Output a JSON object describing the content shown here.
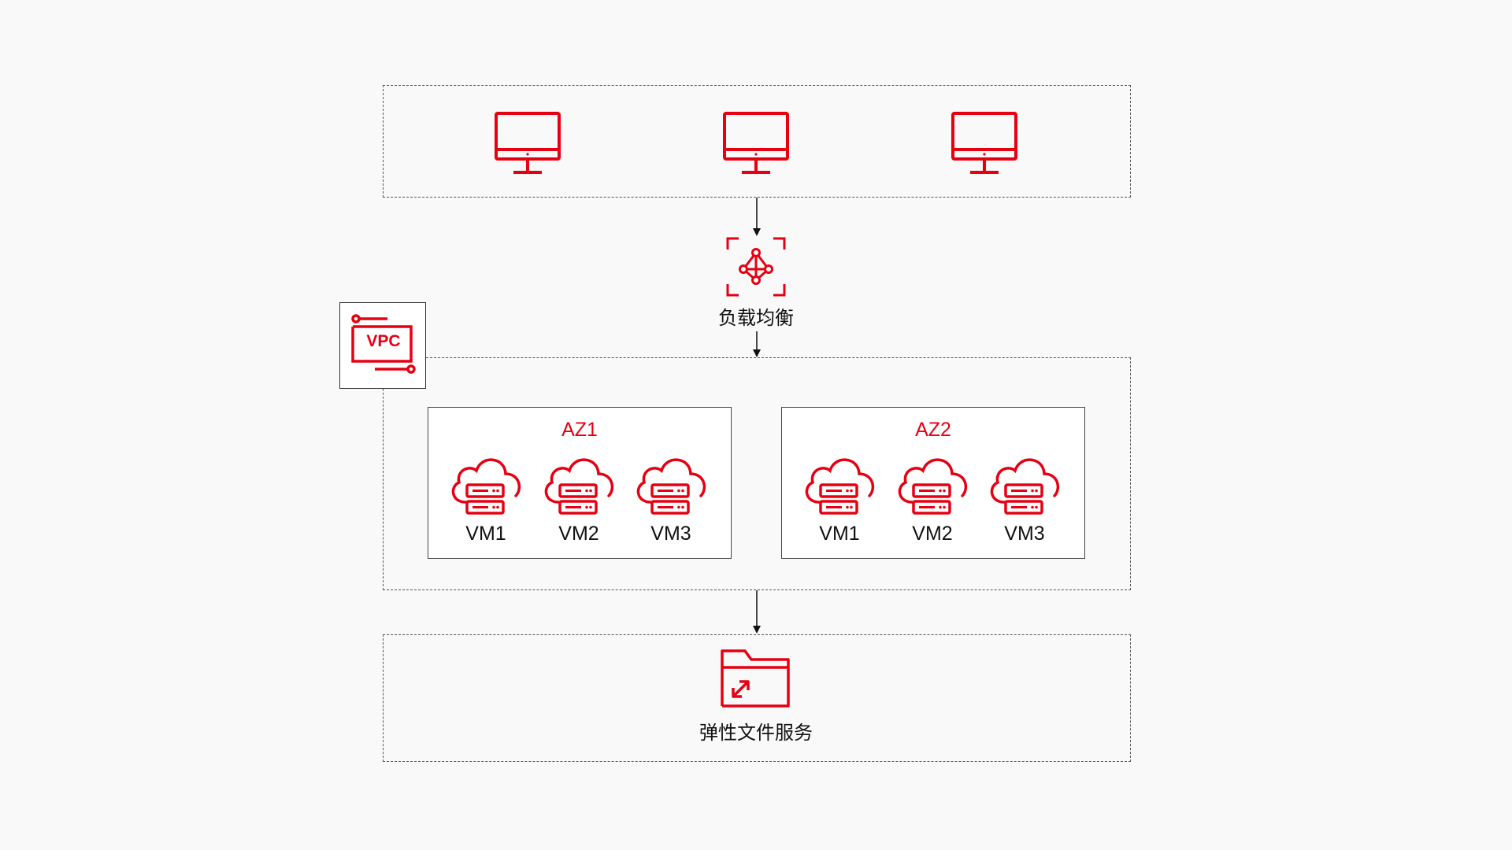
{
  "load_balancer": {
    "label": "负载均衡"
  },
  "vpc": {
    "label": "VPC"
  },
  "zones": [
    {
      "title": "AZ1",
      "vms": [
        "VM1",
        "VM2",
        "VM3"
      ]
    },
    {
      "title": "AZ2",
      "vms": [
        "VM1",
        "VM2",
        "VM3"
      ]
    }
  ],
  "storage": {
    "label": "弹性文件服务"
  },
  "colors": {
    "accent": "#e60012",
    "border": "#555555",
    "background": "#f9f9f9"
  },
  "icons": {
    "clients": [
      "monitor-icon",
      "monitor-icon",
      "monitor-icon"
    ],
    "load_balancer": "load-balancer-icon",
    "vpc": "vpc-icon",
    "vm": "cloud-server-icon",
    "storage": "folder-sync-icon"
  }
}
